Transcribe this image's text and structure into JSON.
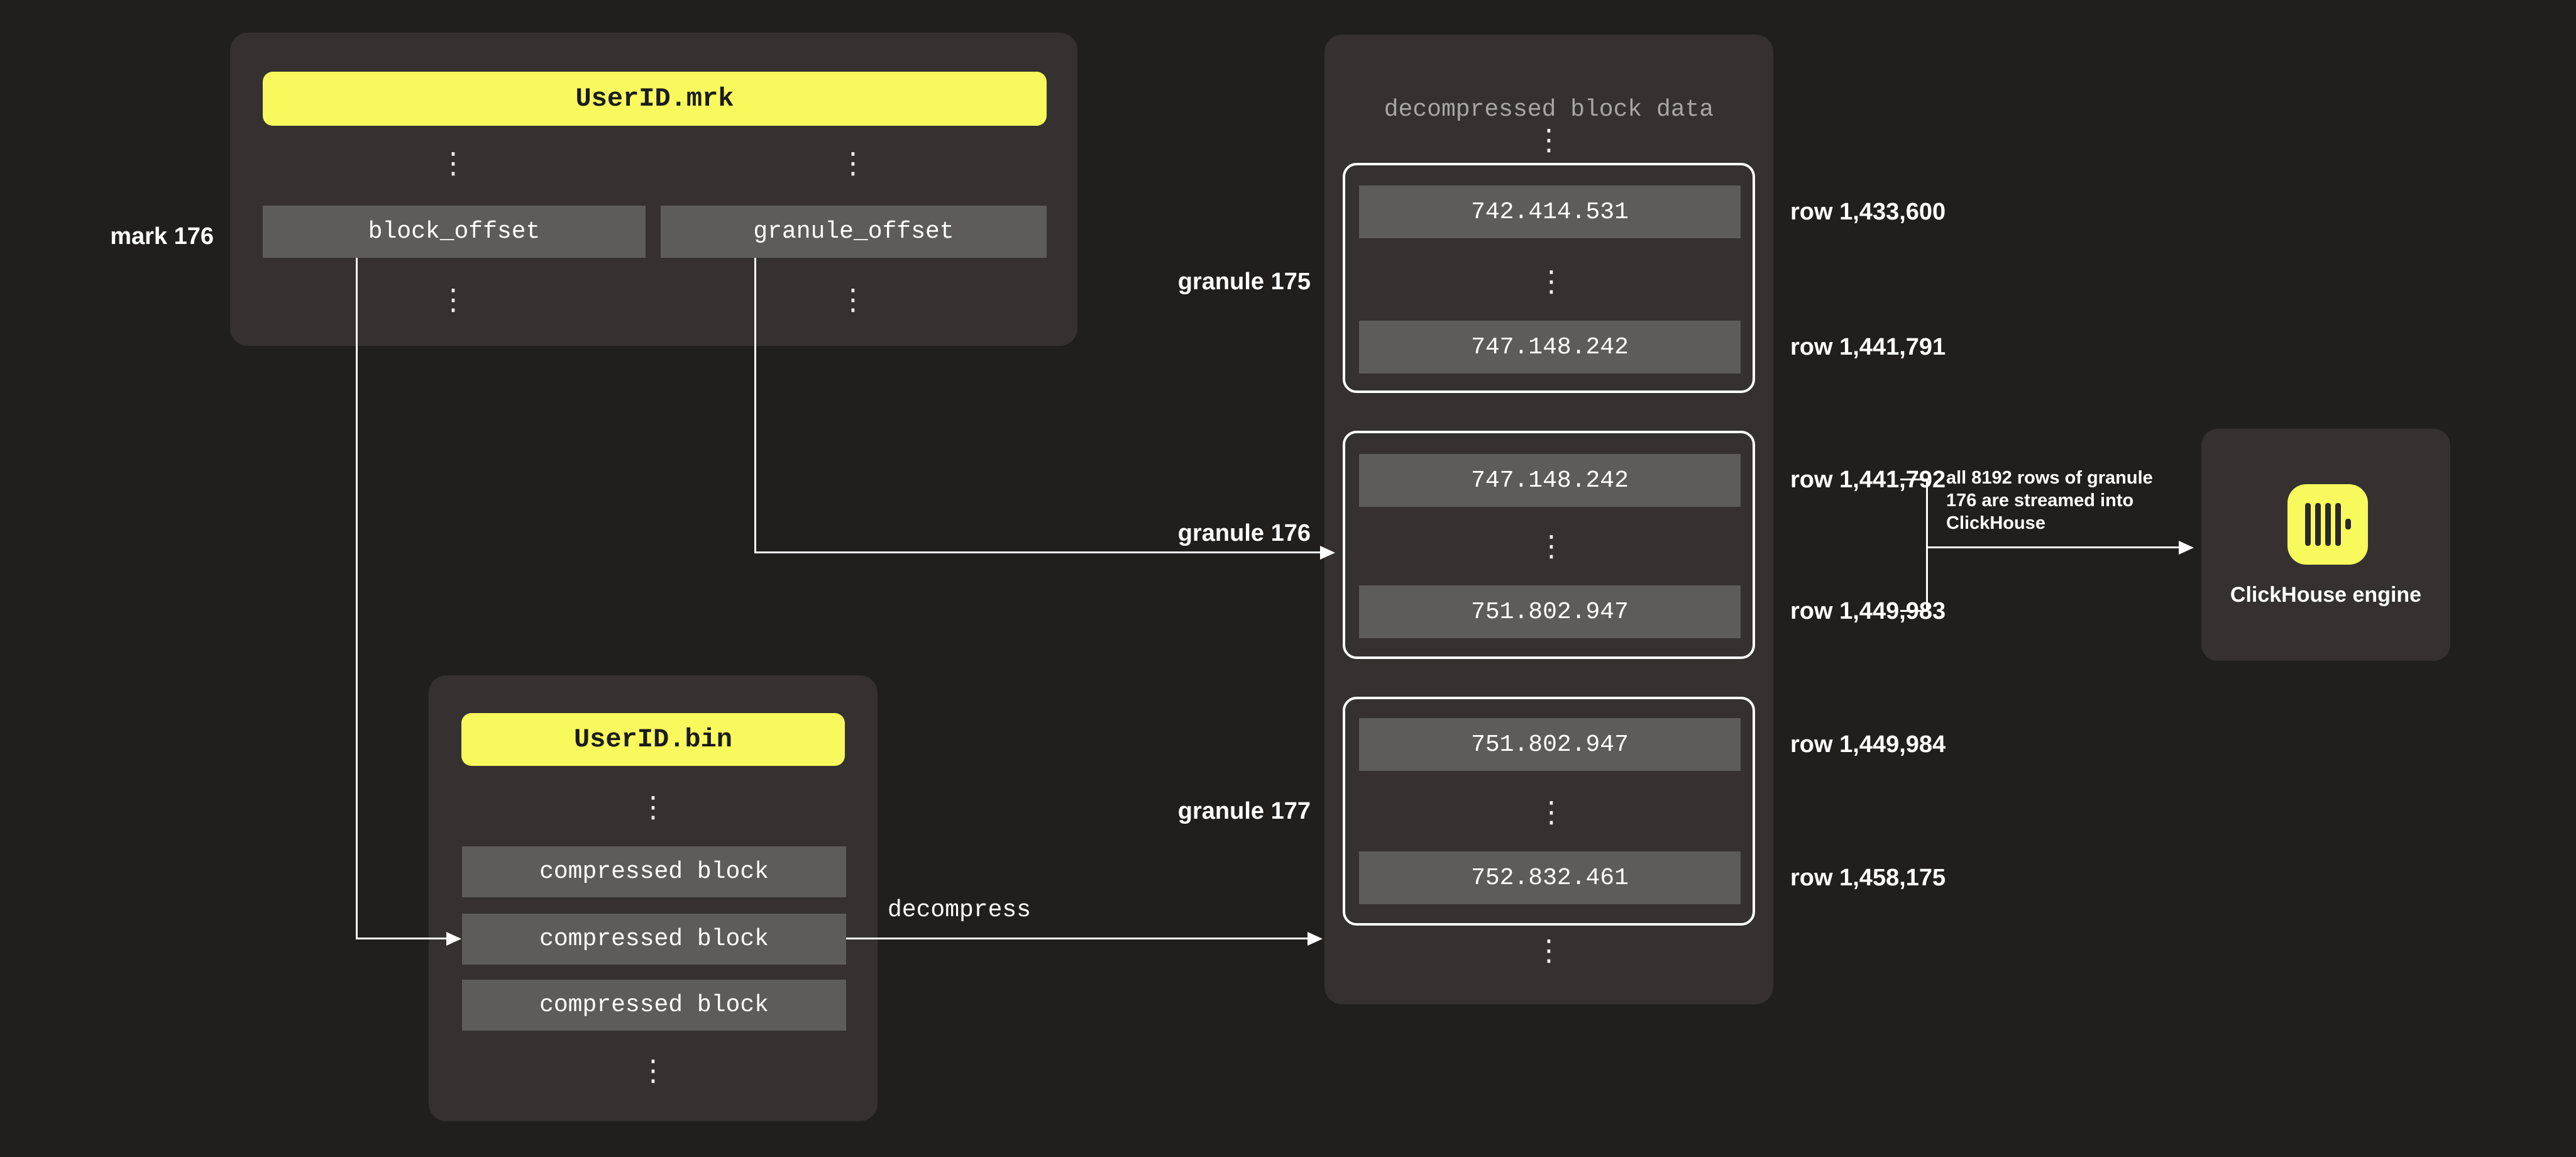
{
  "ellipsis": "⋮",
  "mrk": {
    "title": "UserID.mrk",
    "col1": "block_offset",
    "col2": "granule_offset",
    "mark_label": "mark 176"
  },
  "bin": {
    "title": "UserID.bin",
    "block1": "compressed block",
    "block2": "compressed block",
    "block3": "compressed block"
  },
  "decompressed": {
    "title": "decompressed block data",
    "granules": [
      {
        "label": "granule 175",
        "first_value": "742.414.531",
        "last_value": "747.148.242",
        "first_row": "row 1,433,600",
        "last_row": "row 1,441,791"
      },
      {
        "label": "granule 176",
        "first_value": "747.148.242",
        "last_value": "751.802.947",
        "first_row": "row 1,441,792",
        "last_row": "row 1,449,983"
      },
      {
        "label": "granule 177",
        "first_value": "751.802.947",
        "last_value": "752.832.461",
        "first_row": "row 1,449,984",
        "last_row": "row 1,458,175"
      }
    ]
  },
  "decompress_label": "decompress",
  "annotation": {
    "line1": "all 8192 rows of granule",
    "line2": "176 are streamed into",
    "line3": "ClickHouse"
  },
  "engine_label": "ClickHouse engine",
  "colors": {
    "background": "#211f1e",
    "panel": "#343130",
    "cell": "#5e5c5a",
    "yellow": "#f7f95d",
    "outline": "#ffffff",
    "muted_text": "#a8a7a4"
  }
}
